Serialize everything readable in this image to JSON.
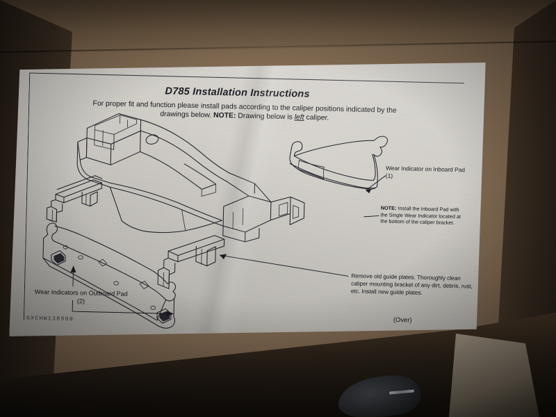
{
  "scene": {
    "subject": "printed brake pad installation instruction sheet lying inside an open cardboard box",
    "colors": {
      "cardboard": "#7d6750",
      "cardboard_shadow": "#2b2219",
      "paper": "#cecbc5",
      "ink": "#23232c"
    }
  },
  "document": {
    "title": "D785 Installation Instructions",
    "subtitle_line1": "For proper fit and function please install pads according to the caliper positions indicated",
    "subtitle_line2_pre": "by the drawings below. ",
    "subtitle_note_label": "NOTE:",
    "subtitle_line2_mid": " Drawing below is ",
    "subtitle_emphasis": "left",
    "subtitle_line2_post": " caliper.",
    "annotations": {
      "inboard_wear_indicator": "Wear Indicator on Inboard Pad (1)",
      "note_label": "NOTE:",
      "note_body": " Install the Inboard Pad with the Single Wear Indicator located at the bottom of the caliper bracket.",
      "guide_plates": "Remove old guide plates. Thoroughly clean caliper mounting bracket of any dirt, debris, rust, etc. Install new guide plates.",
      "outboard_wear_indicators": "Wear Indicators on Outboard Pad (2)"
    },
    "part_code": "GXCHW138900",
    "page_turn_note": "(Over)",
    "figures": [
      {
        "name": "caliper-bracket",
        "label": "caliper mounting bracket, isometric view"
      },
      {
        "name": "inboard-pad",
        "label": "inboard brake pad with single wear indicator"
      },
      {
        "name": "outboard-pad",
        "label": "outboard brake pad with two wear indicators"
      },
      {
        "name": "guide-plate-upper",
        "label": "new guide plate, upper"
      },
      {
        "name": "guide-plate-lower",
        "label": "new guide plate, lower"
      }
    ]
  }
}
